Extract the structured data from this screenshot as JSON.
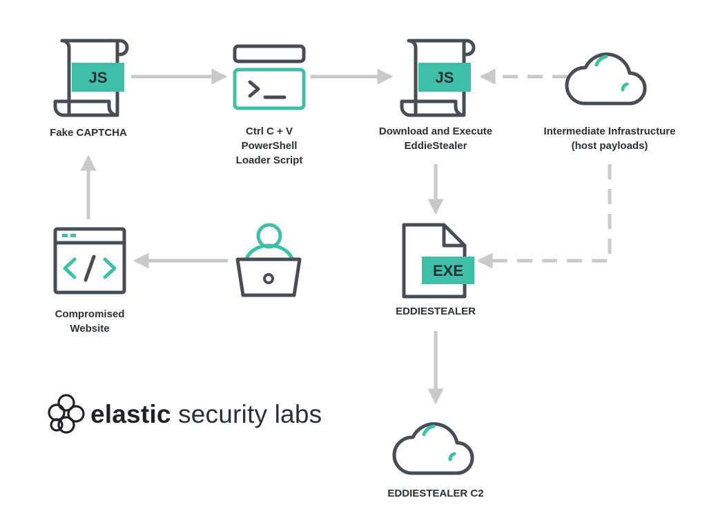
{
  "colors": {
    "outline": "#474c55",
    "accent": "#3fbfa8",
    "arrow": "#c9c9c9",
    "text": "#2b2f36",
    "background": "#ffffff"
  },
  "nodes": {
    "fake_captcha": {
      "icon": "js-scroll-icon",
      "badge": "JS",
      "label_lines": [
        "Fake CAPTCHA"
      ]
    },
    "loader_script": {
      "icon": "terminal-icon",
      "label_lines": [
        "Ctrl C + V",
        "PowerShell",
        "Loader Script"
      ]
    },
    "download_execute": {
      "icon": "js-scroll-icon",
      "badge": "JS",
      "label_lines": [
        "Download and Execute",
        "EddieStealer"
      ]
    },
    "intermediate_infra": {
      "icon": "cloud-icon",
      "label_lines": [
        "Intermediate Infrastructure",
        "(host payloads)"
      ]
    },
    "compromised_website": {
      "icon": "code-window-icon",
      "label_lines": [
        "Compromised",
        "Website"
      ]
    },
    "user": {
      "icon": "user-laptop-icon",
      "label_lines": []
    },
    "eddiestealer_exe": {
      "icon": "exe-file-icon",
      "badge": "EXE",
      "label_lines": [
        "EDDIESTEALER"
      ]
    },
    "eddiestealer_c2": {
      "icon": "cloud-icon",
      "label_lines": [
        "EDDIESTEALER C2"
      ]
    }
  },
  "edges": [
    {
      "from": "fake_captcha",
      "to": "loader_script",
      "style": "solid"
    },
    {
      "from": "loader_script",
      "to": "download_execute",
      "style": "solid"
    },
    {
      "from": "intermediate_infra",
      "to": "download_execute",
      "style": "dashed"
    },
    {
      "from": "download_execute",
      "to": "eddiestealer_exe",
      "style": "solid"
    },
    {
      "from": "intermediate_infra",
      "to": "eddiestealer_exe",
      "style": "dashed"
    },
    {
      "from": "eddiestealer_exe",
      "to": "eddiestealer_c2",
      "style": "solid"
    },
    {
      "from": "user",
      "to": "compromised_website",
      "style": "solid"
    },
    {
      "from": "compromised_website",
      "to": "fake_captcha",
      "style": "solid"
    }
  ],
  "logo": {
    "icon": "elastic-logo-icon",
    "brand": "elastic",
    "product": "security labs"
  }
}
